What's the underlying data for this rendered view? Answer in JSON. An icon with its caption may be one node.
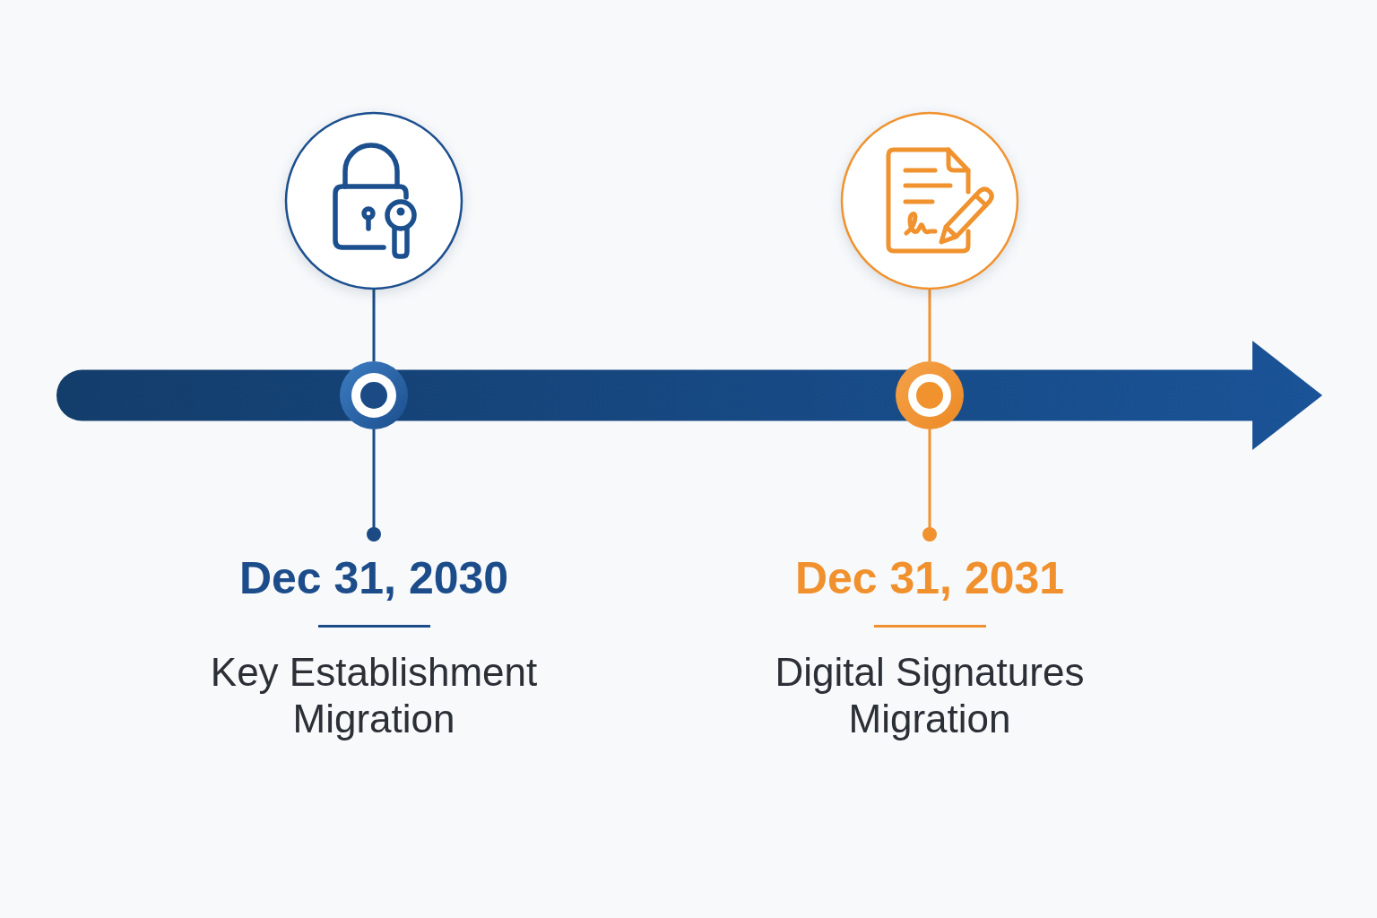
{
  "diagram": {
    "nodes": [
      {
        "text": [],
        "shape": "picture"
      },
      {
        "text": [],
        "shape": "circle"
      },
      {
        "text": [
          "Dec 31, 2030",
          "Key Establishment Migration"
        ]
      },
      {
        "text": [],
        "shape": "picture"
      },
      {
        "text": [],
        "shape": "circle"
      },
      {
        "text": [
          "Dec 31, 2031",
          "Digital Signatures Migration"
        ]
      }
    ],
    "edges": [
      {
        "from": 0,
        "to": 1,
        "arrow": "none",
        "color": "#1b4a84"
      },
      {
        "from": 1,
        "to": 2,
        "arrow": "other",
        "color": "#1b4a84"
      },
      {
        "from": 3,
        "to": 4,
        "arrow": "none",
        "color": "#f0922e"
      },
      {
        "from": 4,
        "to": 5,
        "arrow": "other",
        "color": "#f0922e"
      }
    ]
  }
}
